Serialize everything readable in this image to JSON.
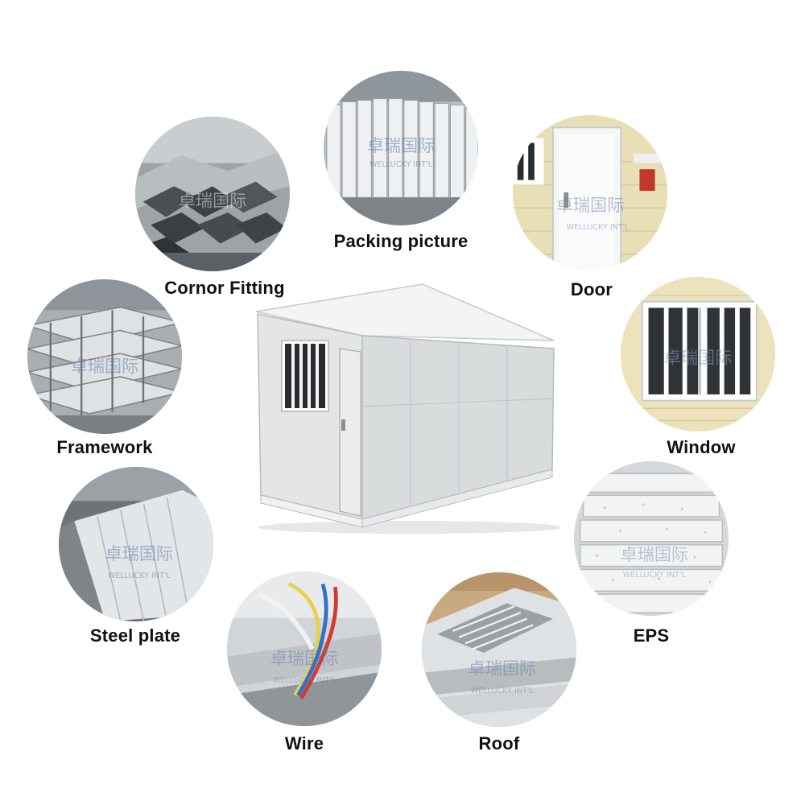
{
  "parts": [
    {
      "key": "cornor_fitting",
      "label": "Cornor Fitting",
      "icon": "steel-tubes-photo"
    },
    {
      "key": "packing_picture",
      "label": "Packing picture",
      "icon": "stacked-panels-photo"
    },
    {
      "key": "door",
      "label": "Door",
      "icon": "white-door-photo"
    },
    {
      "key": "framework",
      "label": "Framework",
      "icon": "steel-frames-photo"
    },
    {
      "key": "window",
      "label": "Window",
      "icon": "barred-window-photo"
    },
    {
      "key": "steel_plate",
      "label": "Steel plate",
      "icon": "steel-sheets-photo"
    },
    {
      "key": "eps",
      "label": "EPS",
      "icon": "foam-panels-photo"
    },
    {
      "key": "wire",
      "label": "Wire",
      "icon": "electric-wire-photo"
    },
    {
      "key": "roof",
      "label": "Roof",
      "icon": "roof-panel-photo"
    }
  ],
  "watermark": {
    "logo_text": "卓瑞国际",
    "brand_text": "WELLUCKY INT'L"
  },
  "colors": {
    "label_text": "#111111",
    "house_panel": "#e4e6e6",
    "house_frame": "#f3f4f4",
    "window_bar": "#2a2d30",
    "watermark_blue": "#7f9bbf"
  }
}
